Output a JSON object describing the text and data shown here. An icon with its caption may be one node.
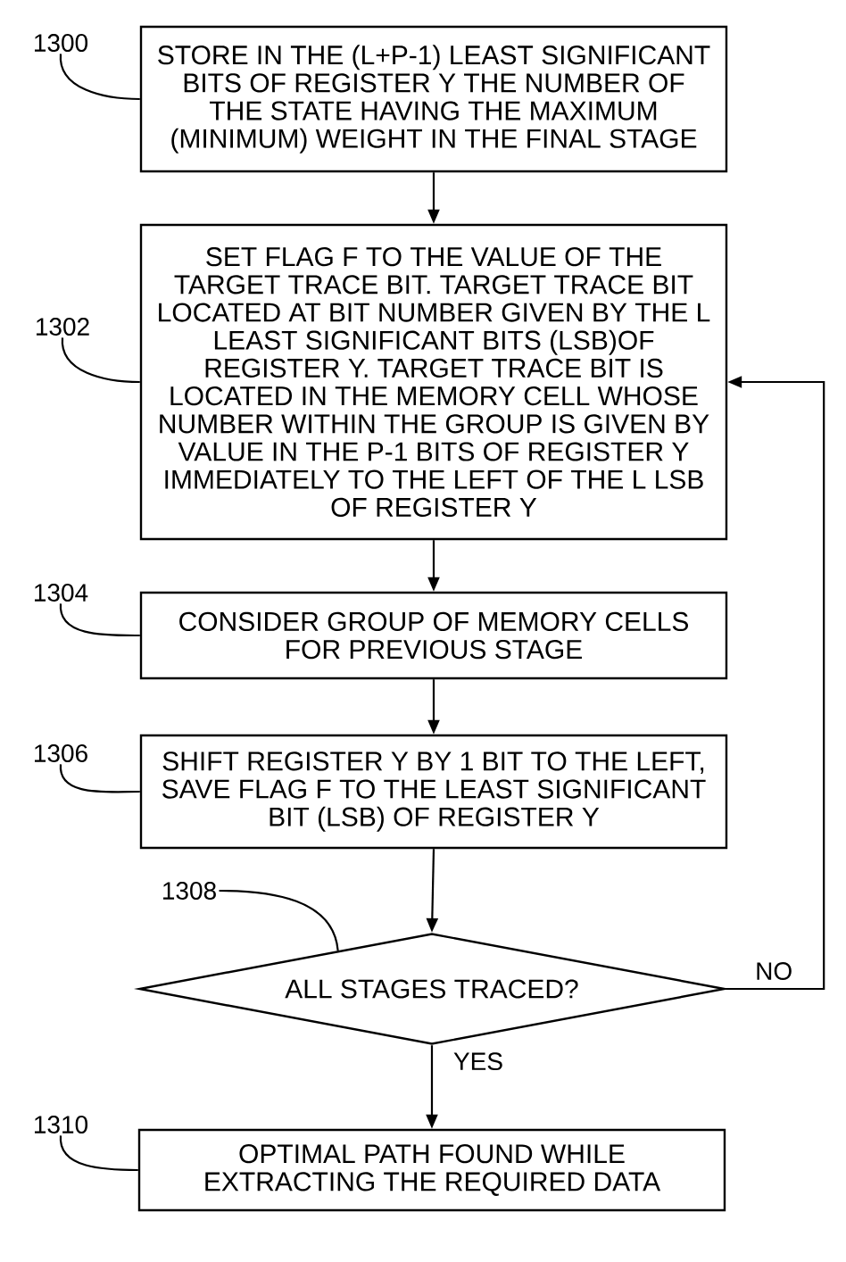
{
  "diagram": {
    "nodes": [
      {
        "text": [
          "1300"
        ]
      },
      {
        "text": [
          "STORE IN THE (L+P-1) LEAST SIGNIFICANT BITS OF REGISTER Y THE NUMBER OF THE STATE HAVING THE MAXIMUM (MINIMUM) WEIGHT IN THE FINAL STAGE"
        ]
      },
      {
        "text": [
          "1302"
        ]
      },
      {
        "text": [
          "SET FLAG F TO THE VALUE OF THE TARGET TRACE BIT. TARGET TRACE BIT LOCATED AT BIT NUMBER GIVEN BY THE L LEAST SIGNIFICANT BITS (LSB)OF REGISTER Y. TARGET TRACE BIT IS LOCATED IN THE MEMORY CELL WHOSE NUMBER WITHIN THE GROUP IS GIVEN BY VALUE IN THE P-1 BITS OF REGISTER Y IMMEDIATELY TO THE LEFT OF THE L LSB OF REGISTER Y"
        ]
      },
      {
        "text": [
          "1304"
        ]
      },
      {
        "text": [
          "CONSIDER GROUP OF MEMORY CELLS FOR PREVIOUS STAGE"
        ]
      },
      {
        "text": [
          "1306"
        ]
      },
      {
        "text": [
          "SHIFT REGISTER Y BY 1 BIT TO THE LEFT, SAVE FLAG F TO THE LEAST SIGNIFICANT BIT (LSB) OF REGISTER Y"
        ]
      },
      {
        "text": [
          "1308"
        ]
      },
      {
        "text": [
          "ALL STAGES TRACED?"
        ]
      },
      {
        "text": [
          "1310"
        ]
      },
      {
        "text": [
          "OPTIMAL PATH FOUND WHILE EXTRACTING THE REQUIRED DATA"
        ]
      }
    ],
    "edges": [
      {
        "from": 0,
        "to": 1,
        "arrow": "none"
      },
      {
        "from": 2,
        "to": 3,
        "arrow": "none"
      },
      {
        "from": 4,
        "to": 5,
        "arrow": "none"
      },
      {
        "from": 6,
        "to": 7,
        "arrow": "none"
      },
      {
        "from": 8,
        "to": 9,
        "arrow": "none"
      },
      {
        "from": 10,
        "to": 11,
        "arrow": "none"
      },
      {
        "from": 1,
        "to": 3,
        "arrow": "to"
      },
      {
        "from": 3,
        "to": 5,
        "arrow": "to"
      },
      {
        "from": 5,
        "to": 7,
        "arrow": "to"
      },
      {
        "from": 7,
        "to": 9,
        "arrow": "to"
      },
      {
        "from": 9,
        "to": 11,
        "arrow": "to",
        "label": "YES"
      },
      {
        "from": 9,
        "to": 3,
        "arrow": "to",
        "label": "NO"
      }
    ]
  }
}
